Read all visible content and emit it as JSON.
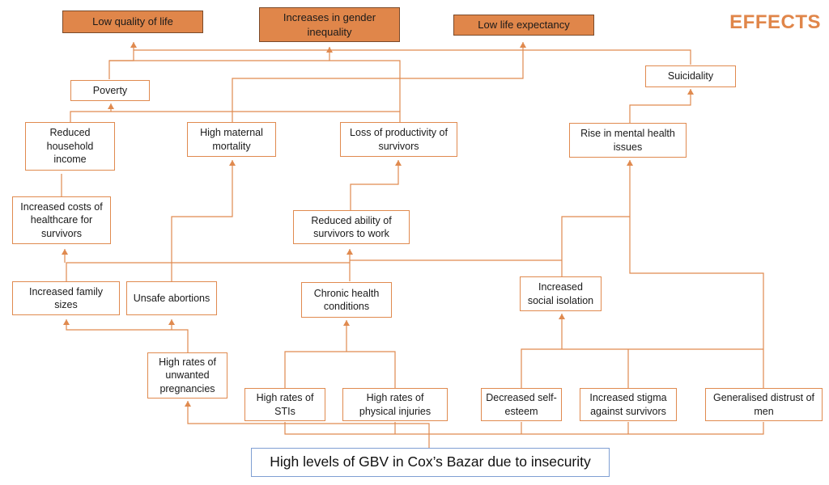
{
  "title": "EFFECTS",
  "colors": {
    "accent": "#e0864a",
    "line": "#e08a4f",
    "root_border": "#7f9fd3"
  },
  "nodes": {
    "low_quality_of_life": "Low quality of life",
    "increases_gender_inequality": "Increases in gender inequality",
    "low_life_expectancy": "Low life expectancy",
    "poverty": "Poverty",
    "suicidality": "Suicidality",
    "reduced_household_income": "Reduced household income",
    "high_maternal_mortality": "High maternal mortality",
    "loss_of_productivity": "Loss of productivity of survivors",
    "rise_in_mental_health_issues": "Rise in mental health issues",
    "increased_costs_of_healthcare": "Increased costs of healthcare for survivors",
    "reduced_ability_to_work": "Reduced ability of survivors to work",
    "increased_family_sizes": "Increased family sizes",
    "unsafe_abortions": "Unsafe abortions",
    "chronic_health_conditions": "Chronic health conditions",
    "increased_social_isolation": "Increased social isolation",
    "high_rates_unwanted_pregnancies": "High rates of unwanted pregnancies",
    "high_rates_stis": "High rates of STIs",
    "high_rates_physical_injuries": "High rates of physical injuries",
    "decreased_self_esteem": "Decreased self-esteem",
    "increased_stigma": "Increased stigma against survivors",
    "generalised_distrust": "Generalised distrust of men",
    "root_cause": "High levels of GBV in Cox’s Bazar due to insecurity"
  }
}
